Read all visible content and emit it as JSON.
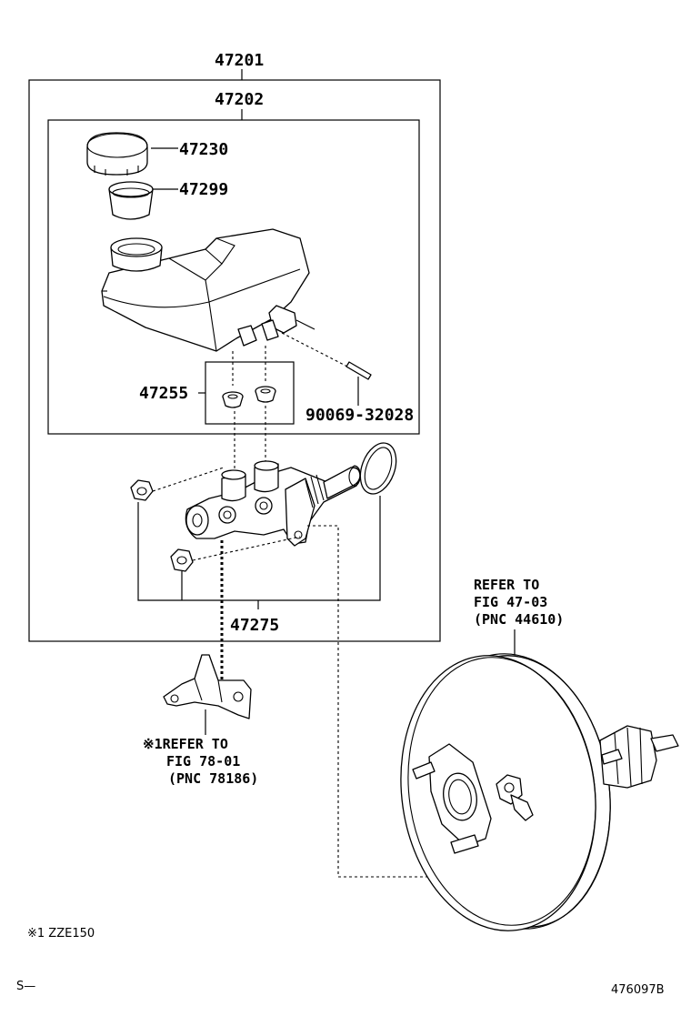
{
  "parts": {
    "assembly": "47201",
    "reservoir_sub_assy": "47202",
    "cap": "47230",
    "strainer": "47299",
    "grommet": "47255",
    "pin": "90069-32028",
    "nut_kit": "47275"
  },
  "references": {
    "booster": [
      "REFER TO",
      "FIG 47-03",
      "(PNC 44610)"
    ],
    "bracket": [
      "※1REFER TO",
      "FIG 78-01",
      "(PNC 78186)"
    ]
  },
  "footnote": "※1 ZZE150",
  "footer": {
    "left": "S—",
    "right": "476097B"
  }
}
